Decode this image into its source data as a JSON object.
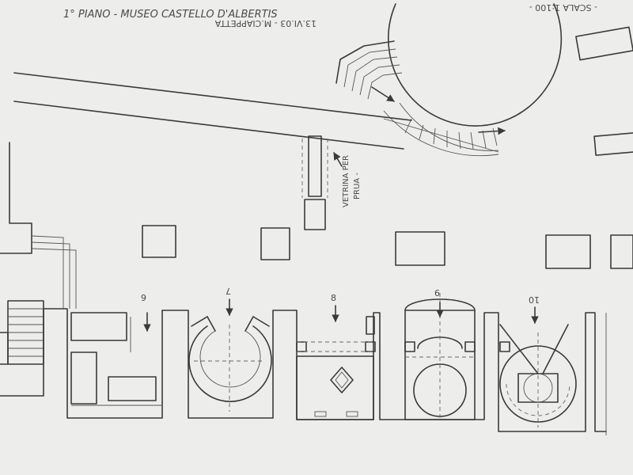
{
  "header": {
    "title": "1° PIANO - MUSEO CASTELLO D'ALBERTIS",
    "date_author": "13.VI.03 - M.CIAPPETTA",
    "scale": "- SCALA 1:100 -"
  },
  "annotations": {
    "vetrina": "VETRINA PER",
    "prua": "PRUA -"
  },
  "rooms": [
    {
      "number": "9"
    },
    {
      "number": "7"
    },
    {
      "number": "8"
    },
    {
      "number": "6"
    },
    {
      "number": "10"
    }
  ],
  "colors": {
    "paper": "#ededeb",
    "ink": "#3a3a3a"
  }
}
